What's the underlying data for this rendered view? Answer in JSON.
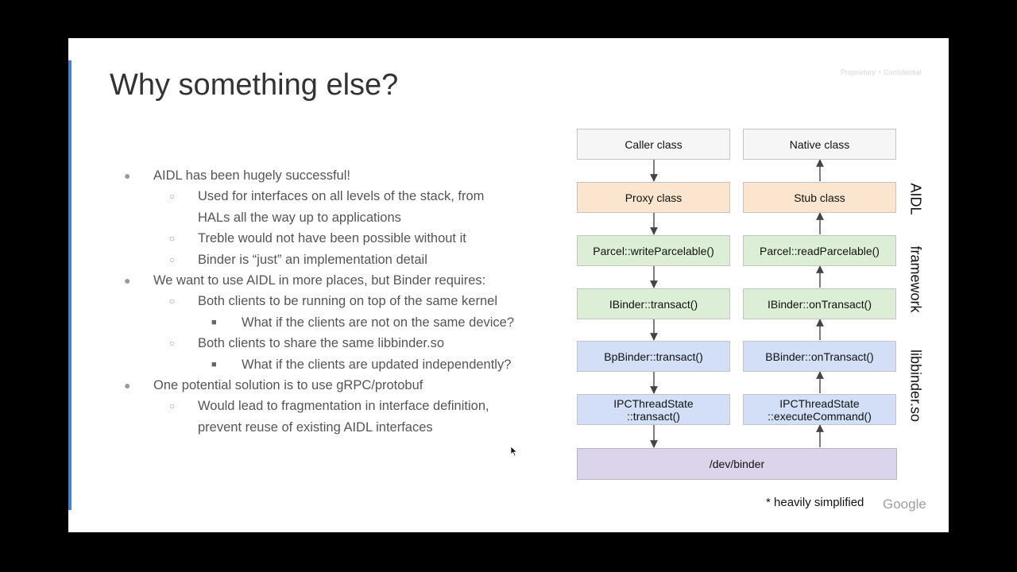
{
  "slide": {
    "title": "Why something else?",
    "confidential": "Proprietary + Confidential",
    "footnote": "* heavily simplified",
    "logo": "Google"
  },
  "bullets": [
    {
      "level": 1,
      "text": "AIDL has been hugely successful!"
    },
    {
      "level": 2,
      "text": "Used for interfaces on all levels of the stack, from"
    },
    {
      "level": 2,
      "text": "HALs all the way up to applications",
      "continuation": true
    },
    {
      "level": 2,
      "text": "Treble would not have been possible without it"
    },
    {
      "level": 2,
      "text": "Binder is “just” an implementation detail"
    },
    {
      "level": 1,
      "text": "We want to use AIDL in more places, but Binder requires:"
    },
    {
      "level": 2,
      "text": "Both clients to be running on top of the same kernel"
    },
    {
      "level": 3,
      "text": "What if the clients are not on the same device?"
    },
    {
      "level": 2,
      "text": "Both clients to share the same libbinder.so"
    },
    {
      "level": 3,
      "text": "What if the clients are updated independently?"
    },
    {
      "level": 1,
      "text": "One potential solution is to use gRPC/protobuf"
    },
    {
      "level": 2,
      "text": "Would lead to fragmentation in interface definition,"
    },
    {
      "level": 2,
      "text": "prevent reuse of existing AIDL interfaces",
      "continuation": true
    }
  ],
  "markers": {
    "level1": "●",
    "level2": "○",
    "level3": "■"
  },
  "diagram": {
    "left_column": [
      {
        "line1": "Caller class",
        "line2": "",
        "color": "white"
      },
      {
        "line1": "Proxy class",
        "line2": "",
        "color": "orange"
      },
      {
        "line1": "Parcel::writeParcelable()",
        "line2": "",
        "color": "green"
      },
      {
        "line1": "IBinder::transact()",
        "line2": "",
        "color": "green"
      },
      {
        "line1": "BpBinder::transact()",
        "line2": "",
        "color": "blue"
      },
      {
        "line1": "IPCThreadState",
        "line2": "::transact()",
        "color": "blue"
      }
    ],
    "right_column": [
      {
        "line1": "Native class",
        "line2": "",
        "color": "white"
      },
      {
        "line1": "Stub class",
        "line2": "",
        "color": "orange"
      },
      {
        "line1": "Parcel::readParcelable()",
        "line2": "",
        "color": "green"
      },
      {
        "line1": "IBinder::onTransact()",
        "line2": "",
        "color": "green"
      },
      {
        "line1": "BBinder::onTransact()",
        "line2": "",
        "color": "blue"
      },
      {
        "line1": "IPCThreadState",
        "line2": "::executeCommand()",
        "color": "blue"
      }
    ],
    "bottom": {
      "label": "/dev/binder",
      "color": "purple"
    },
    "layers": [
      "AIDL",
      "framework",
      "libbinder.so"
    ],
    "left_arrow_direction": "down",
    "right_arrow_direction": "up"
  },
  "colors": {
    "accent_bar": "#4a7fd6",
    "white_box": "#f6f6f6",
    "orange_box": "#fbe5cf",
    "green_box": "#dcefd6",
    "blue_box": "#d2dff6",
    "purple_box": "#dcd4ea"
  }
}
